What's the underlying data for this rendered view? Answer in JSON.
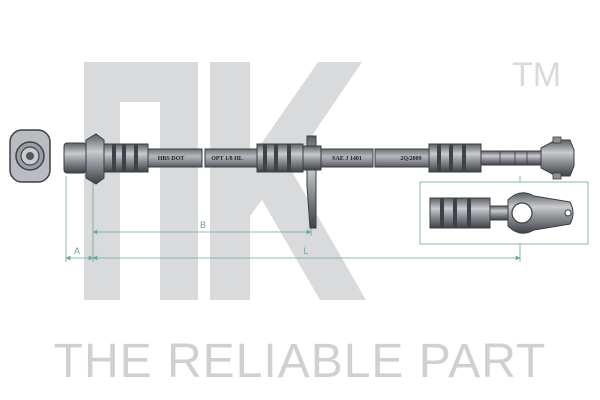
{
  "brand": {
    "logo_text": "nk",
    "trademark": "TM",
    "tagline": "THE RELIABLE PART",
    "watermark_color": "#d9dadb"
  },
  "hose_markings": [
    "HBS DOT",
    "OPT 1/8 HL",
    "SAE J 1401",
    "2Q/2009"
  ],
  "dimensions": {
    "a_label": "A",
    "b_label": "B",
    "l_label": "L"
  },
  "colors": {
    "hose_dark": "#4a4d52",
    "hose_mid": "#8d9095",
    "hose_light": "#c3c6ca",
    "dimension_line": "#6aa79b"
  }
}
